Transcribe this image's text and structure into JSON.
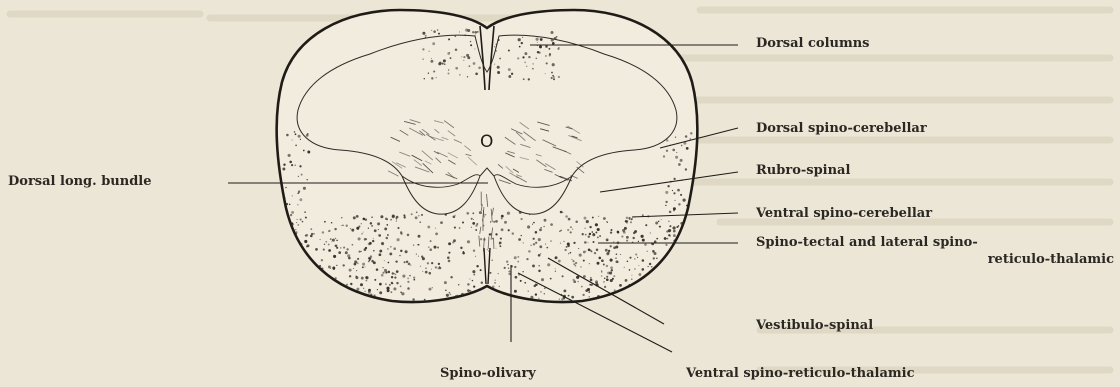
{
  "figure": {
    "labels": {
      "dorsal_columns": "Dorsal columns",
      "dorsal_spino_cerebellar": "Dorsal spino-cerebellar",
      "dorsal_long_bundle": "Dorsal long. bundle",
      "rubro_spinal": "Rubro-spinal",
      "ventral_spino_cerebellar": "Ventral spino-cerebellar",
      "spino_tectal_line1": "Spino-tectal and lateral spino-",
      "spino_tectal_line2": "reticulo-thalamic",
      "vestibulo_spinal": "Vestibulo-spinal",
      "spino_olivary": "Spino-olivary",
      "ventral_spino_reticulo_thalamic": "Ventral spino-reticulo-thalamic",
      "central_canal": "O"
    }
  }
}
